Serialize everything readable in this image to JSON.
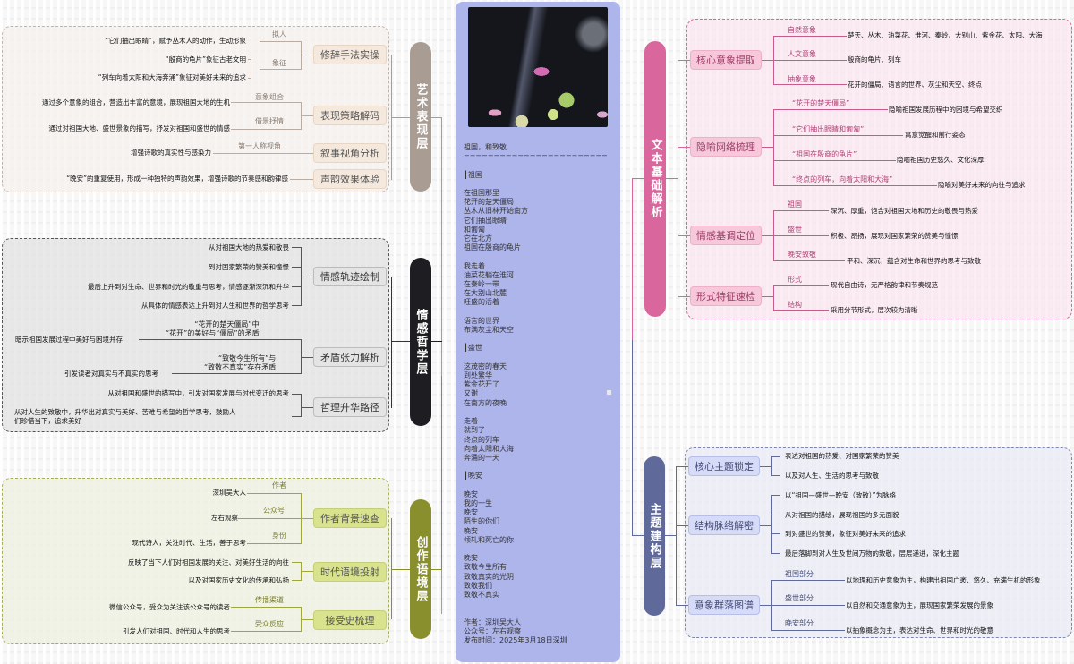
{
  "poem": {
    "image": "flower-photo",
    "title": "祖国，和致敬",
    "rule": "========================",
    "sections": [
      {
        "head": "┃祖国",
        "stanzas": [
          [
            "在祖国那里",
            "花开的楚天僵局",
            "丛木从旧林开始南方",
            "它们抽出眼睛",
            "和匍匐",
            "它在北方",
            "祖国在殷商的龟片"
          ],
          [
            "我走着",
            "油菜花躺在淮河",
            "在秦岭一带",
            "在大别山北麓",
            "旺盛的活着"
          ],
          [
            "语言的世界",
            "布满灰尘和天空"
          ]
        ]
      },
      {
        "head": "┃盛世",
        "stanzas": [
          [
            "这茂密的春天",
            "到处繁华",
            "紫金花开了",
            "又谢",
            "在南方的夜晚"
          ],
          [
            "走着",
            "就到了",
            "终点的列车",
            "向着太阳和大海",
            "奔涌的一天"
          ]
        ]
      },
      {
        "head": "┃晚安",
        "stanzas": [
          [
            "晚安",
            "我的一生",
            "晚安",
            "陌生的你们",
            "晚安",
            "倾轧和死亡的你"
          ],
          [
            "晚安",
            "致敬今生所有",
            "致敬真实的光阴",
            "致敬我们",
            "致敬不真实"
          ]
        ]
      }
    ],
    "footer": [
      "作者：深圳吴大人",
      "公众号：左右观察",
      "发布时间：2025年3月18日深圳"
    ]
  },
  "left": {
    "art": {
      "title": "艺术表现层",
      "color": "#a99c93",
      "subs": [
        {
          "label": "修辞手法实操",
          "branches": [
            {
              "label": "拟人",
              "leaves": [
                "“它们抽出眼睛”，赋予丛木人的动作，生动形象"
              ]
            },
            {
              "label": "象征",
              "leaves": [
                "“殷商的龟片”象征古老文明",
                "“列车向着太阳和大海奔涌”象征对美好未来的追求"
              ]
            }
          ]
        },
        {
          "label": "表现策略解码",
          "branches": [
            {
              "label": "意象组合",
              "leaves": [
                "通过多个意象的组合，营造出丰富的意境，展现祖国大地的生机"
              ]
            },
            {
              "label": "借景抒情",
              "leaves": [
                "通过对祖国大地、盛世景象的描写，抒发对祖国和盛世的情感"
              ]
            }
          ]
        },
        {
          "label": "叙事视角分析",
          "branches": [
            {
              "label": "第一人称视角",
              "leaves": [
                "增强诗歌的真实性与感染力"
              ]
            }
          ]
        },
        {
          "label": "声韵效果体验",
          "leaves": [
            "“晚安”的重复使用，形成一种独特的声韵效果，增强诗歌的节奏感和韵律感"
          ]
        }
      ]
    },
    "emotion": {
      "title": "情感哲学层",
      "color": "#1e1e22",
      "subs": [
        {
          "label": "情感轨迹绘制",
          "leaves": [
            "从对祖国大地的热爱和敬畏",
            "到对国家繁荣的赞美和憧憬",
            "最后上升到对生命、世界和时光的敬重与思考，情感逐渐深沉和升华",
            "从具体的情感表达上升到对人生和世界的哲学思考"
          ]
        },
        {
          "label": "矛盾张力解析",
          "branches": [
            {
              "label": "“花开的楚天僵局”中\n“花开”的美好与“僵局”的矛盾",
              "leaves": [
                "暗示祖国发展过程中美好与困境并存"
              ]
            },
            {
              "label": "“致敬今生所有”与\n“致敬不真实”存在矛盾",
              "leaves": [
                "引发读者对真实与不真实的思考"
              ]
            }
          ]
        },
        {
          "label": "哲理升华路径",
          "leaves": [
            "从对祖国和盛世的描写中，引发对国家发展与时代变迁的思考",
            "从对人生的致敬中，升华出对真实与美好、苦难与希望的哲学思考，鼓励人\n们珍惜当下，追求美好"
          ]
        }
      ]
    },
    "context": {
      "title": "创作语境层",
      "color": "#8a8f2e",
      "subs": [
        {
          "label": "作者背景速查",
          "branches": [
            {
              "label": "作者",
              "leaves": [
                "深圳吴大人"
              ]
            },
            {
              "label": "公众号",
              "leaves": [
                "左右观察"
              ]
            },
            {
              "label": "身份",
              "leaves": [
                "现代诗人，关注时代、生活，善于思考"
              ]
            }
          ]
        },
        {
          "label": "时代语境投射",
          "leaves": [
            "反映了当下人们对祖国发展的关注、对美好生活的向往",
            "以及对国家历史文化的传承和弘扬"
          ]
        },
        {
          "label": "接受史梳理",
          "branches": [
            {
              "label": "传播渠道",
              "leaves": [
                "微信公众号，受众为关注该公众号的读者"
              ]
            },
            {
              "label": "受众反应",
              "leaves": [
                "引发人们对祖国、时代和人生的思考"
              ]
            }
          ]
        }
      ]
    }
  },
  "right": {
    "text": {
      "title": "文本基础解析",
      "color": "#d9669c",
      "subs": [
        {
          "label": "核心意象提取",
          "branches": [
            {
              "label": "自然意象",
              "leaves": [
                "楚天、丛木、油菜花、淮河、秦岭、大别山、紫金花、太阳、大海"
              ]
            },
            {
              "label": "人文意象",
              "leaves": [
                "殷商的龟片、列车"
              ]
            },
            {
              "label": "抽象意象",
              "leaves": [
                "花开的僵局、语言的世界、灰尘和天空、终点"
              ]
            }
          ]
        },
        {
          "label": "隐喻网络梳理",
          "branches": [
            {
              "label": "“花开的楚天僵局”",
              "leaves": [
                "隐喻祖国发展历程中的困境与希望交织"
              ]
            },
            {
              "label": "“它们抽出眼睛和匍匐”",
              "leaves": [
                "寓意觉醒和前行姿态"
              ]
            },
            {
              "label": "“祖国在殷商的龟片”",
              "leaves": [
                "隐喻祖国历史悠久、文化深厚"
              ]
            },
            {
              "label": "“终点的列车，向着太阳和大海”",
              "leaves": [
                "隐喻对美好未来的向往与追求"
              ]
            }
          ]
        },
        {
          "label": "情感基调定位",
          "branches": [
            {
              "label": "祖国",
              "leaves": [
                "深沉、厚重，饱含对祖国大地和历史的敬畏与热爱"
              ]
            },
            {
              "label": "盛世",
              "leaves": [
                "积极、昂扬，展现对国家繁荣的赞美与憧憬"
              ]
            },
            {
              "label": "晚安致敬",
              "leaves": [
                "平和、深沉，蕴含对生命和世界的思考与致敬"
              ]
            }
          ]
        },
        {
          "label": "形式特征速检",
          "branches": [
            {
              "label": "形式",
              "leaves": [
                "现代自由诗，无严格韵律和节奏规范"
              ]
            },
            {
              "label": "结构",
              "leaves": [
                "采用分节形式，层次较为清晰"
              ]
            }
          ]
        }
      ]
    },
    "theme": {
      "title": "主题建构层",
      "color": "#5f6a9a",
      "subs": [
        {
          "label": "核心主题锁定",
          "leaves": [
            "表达对祖国的热爱、对国家繁荣的赞美",
            "以及对人生、生活的思考与致敬"
          ]
        },
        {
          "label": "结构脉络解密",
          "leaves": [
            "以“祖国—盛世—晚安（致敬）”为脉络",
            "从对祖国的描绘，展现祖国的多元面貌",
            "到对盛世的赞美，象征对美好未来的追求",
            "最后落脚到对人生及世间万物的致敬，层层递进，深化主题"
          ]
        },
        {
          "label": "意象群落图谱",
          "branches": [
            {
              "label": "祖国部分",
              "leaves": [
                "以地理和历史意象为主，构建出祖国广袤、悠久、充满生机的形象"
              ]
            },
            {
              "label": "盛世部分",
              "leaves": [
                "以自然和交通意象为主，展现国家繁荣发展的景象"
              ]
            },
            {
              "label": "晚安部分",
              "leaves": [
                "以抽象概念为主，表达对生命、世界和时光的敬意"
              ]
            }
          ]
        }
      ]
    }
  }
}
